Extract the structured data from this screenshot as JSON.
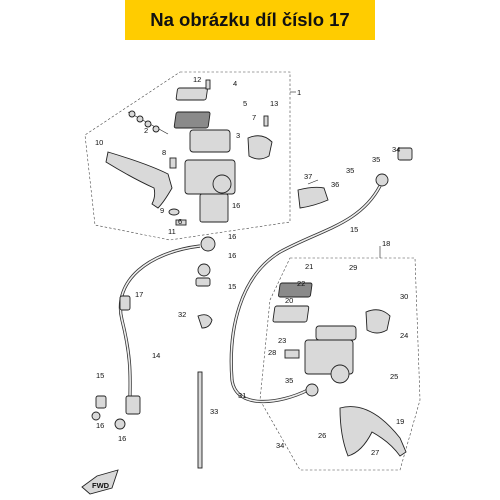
{
  "banner": {
    "text": "Na obrázku díl číslo 17",
    "background": "#ffcc00"
  },
  "diagram": {
    "callouts": [
      "1",
      "2",
      "3",
      "4",
      "5",
      "6",
      "7",
      "8",
      "9",
      "10",
      "11",
      "12",
      "13",
      "14",
      "15",
      "15",
      "15",
      "16",
      "16",
      "16",
      "16",
      "16",
      "17",
      "18",
      "19",
      "20",
      "21",
      "22",
      "23",
      "24",
      "25",
      "26",
      "27",
      "28",
      "29",
      "30",
      "31",
      "32",
      "33",
      "34",
      "34",
      "35",
      "35",
      "35",
      "36",
      "37"
    ],
    "fwd_label": "FWD",
    "highlighted_part": "17"
  },
  "colors": {
    "part_fill": "#d9d9d9",
    "line": "#222222"
  }
}
